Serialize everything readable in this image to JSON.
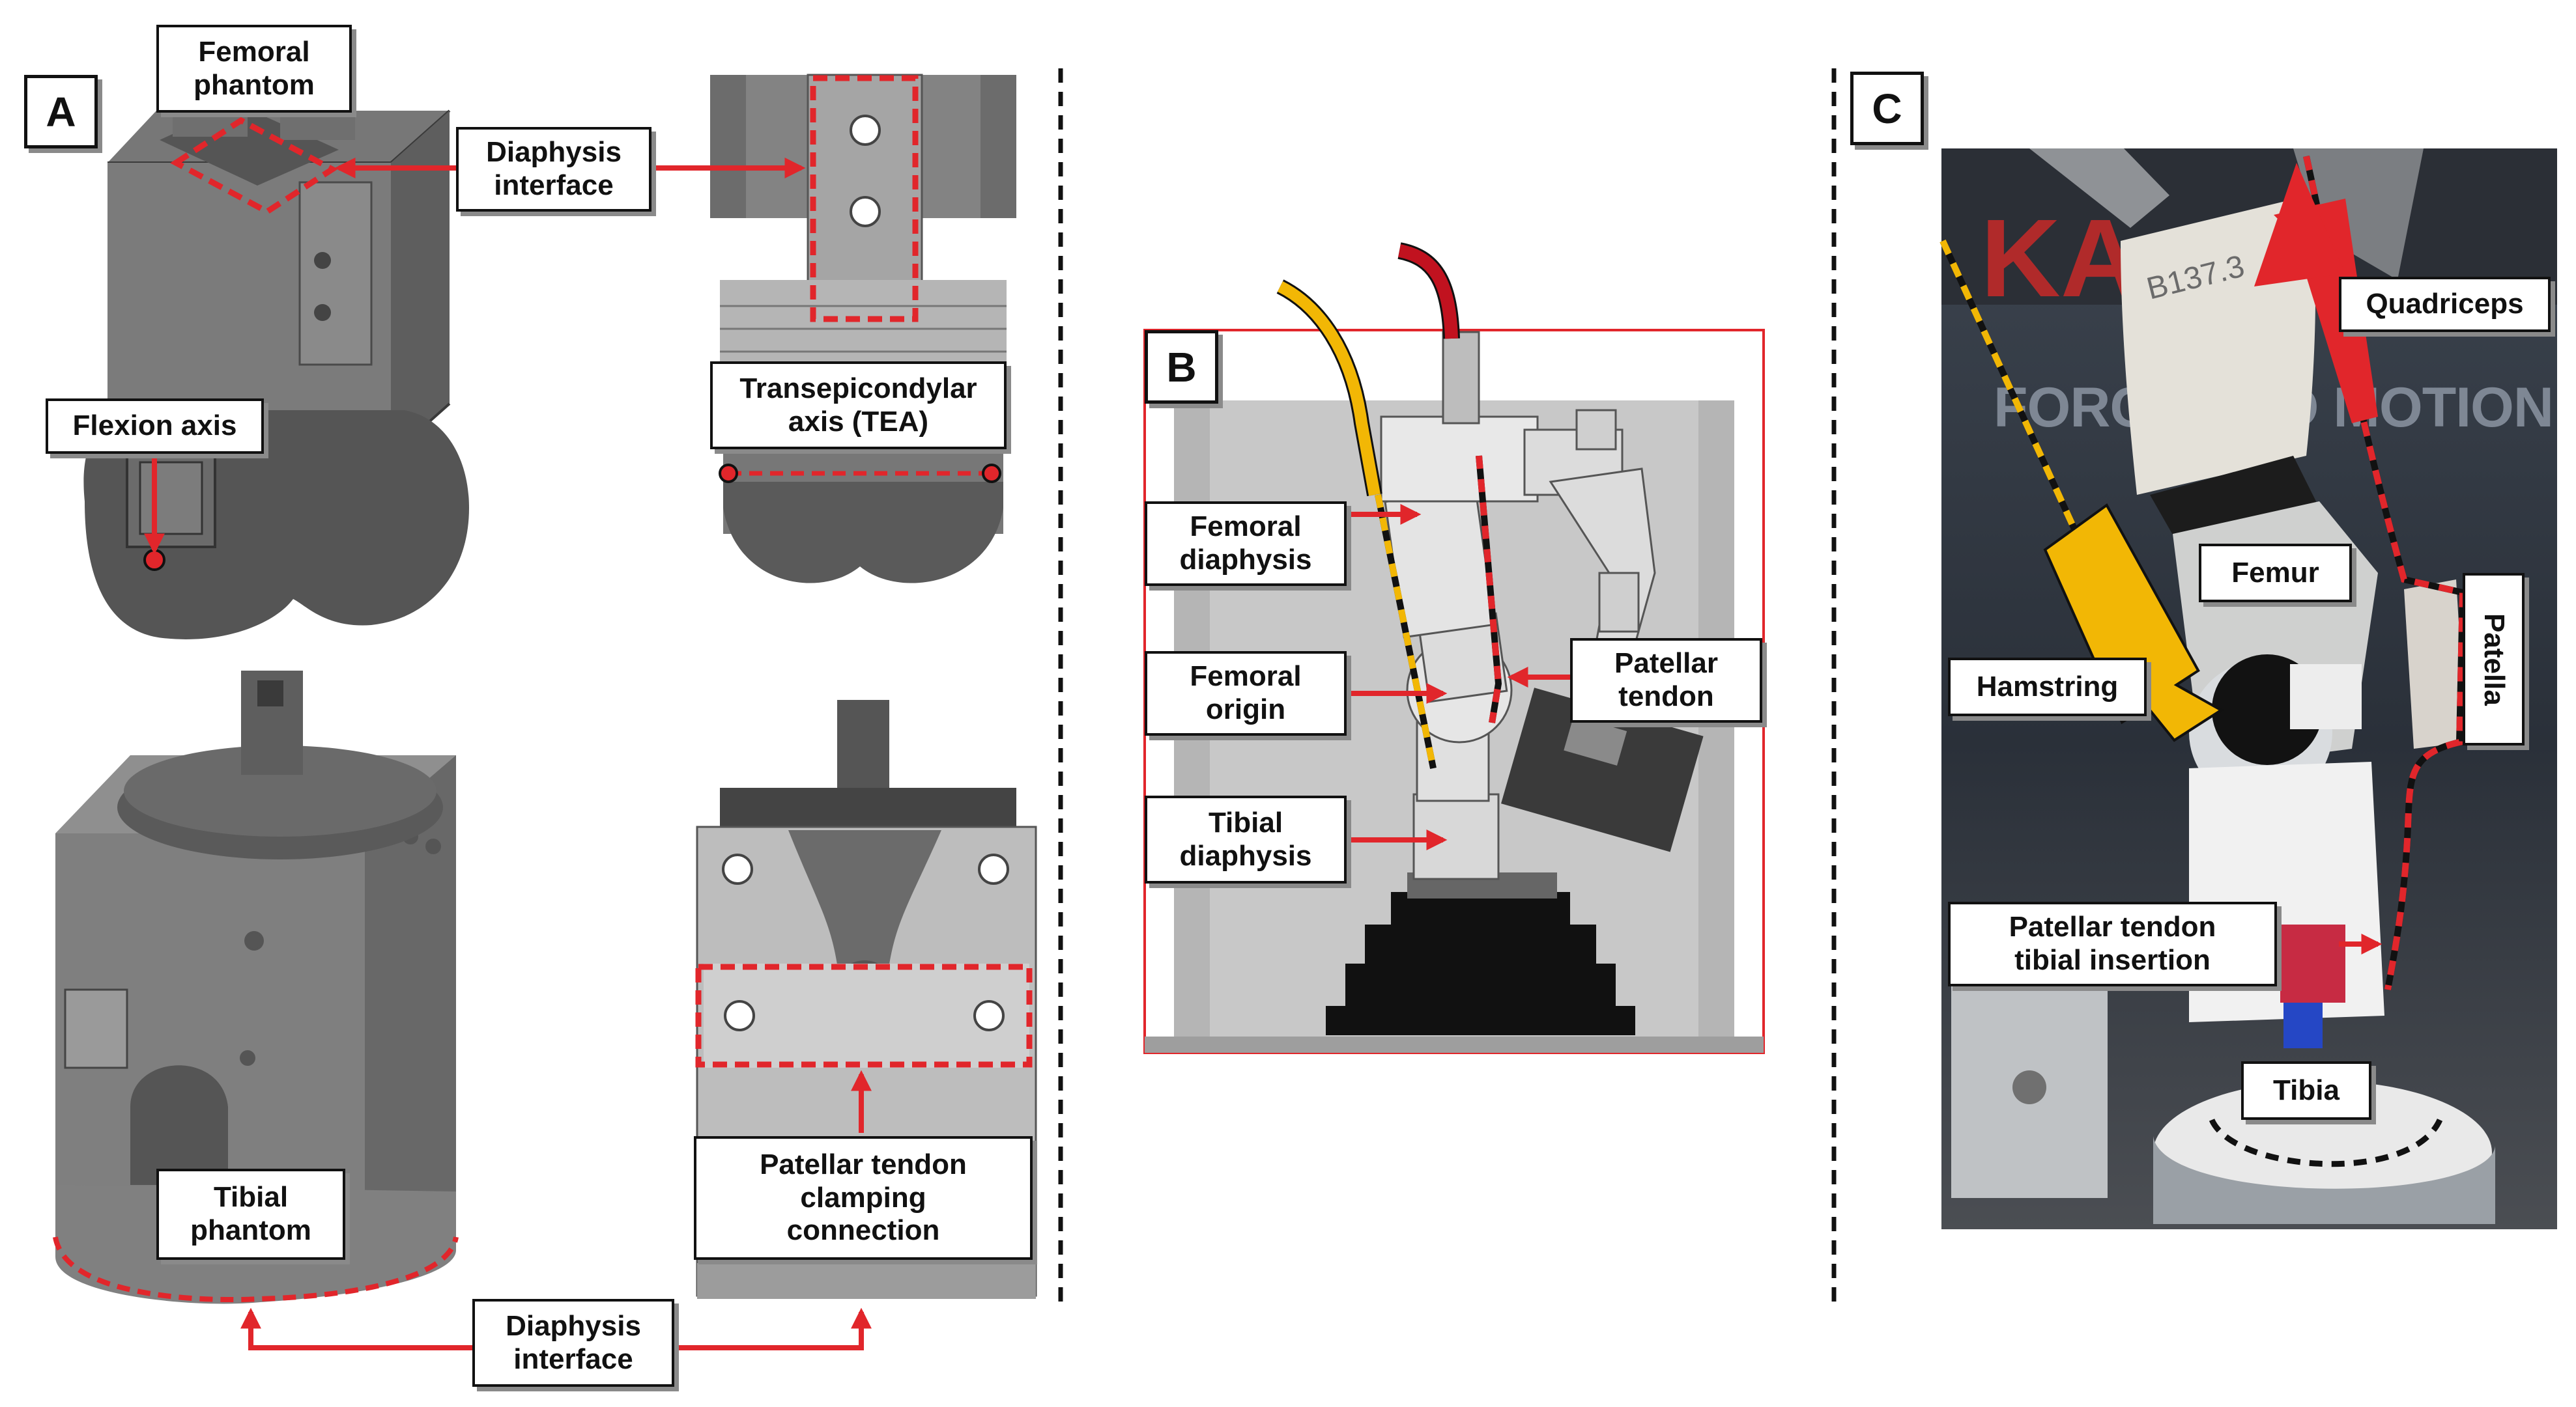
{
  "panels": {
    "a": "A",
    "b": "B",
    "c": "C"
  },
  "labels": {
    "femoral_phantom": "Femoral\nphantom",
    "diaphysis_interface_top": "Diaphysis\ninterface",
    "flexion_axis": "Flexion axis",
    "tea": "Transepicondylar\naxis (TEA)",
    "tibial_phantom": "Tibial\nphantom",
    "pt_clamping": "Patellar tendon\nclamping\nconnection",
    "diaphysis_interface_bottom": "Diaphysis\ninterface",
    "femoral_diaphysis": "Femoral\ndiaphysis",
    "femoral_origin": "Femoral\norigin",
    "tibial_diaphysis": "Tibial\ndiaphysis",
    "patellar_tendon_b": "Patellar\ntendon",
    "quadriceps": "Quadriceps",
    "femur": "Femur",
    "patella": "Patella",
    "hamstring": "Hamstring",
    "pt_tibial_insertion": "Patellar tendon\ntibial insertion",
    "tibia": "Tibia"
  },
  "photo_text": {
    "serial": "B137.3",
    "brand_line": "FORCE AND MOTION",
    "brand_logo": "KA"
  },
  "colors": {
    "annotation_red": "#e1262b",
    "hamstring_yellow": "#f2b705",
    "panel_bg": "#c8c8c8"
  }
}
